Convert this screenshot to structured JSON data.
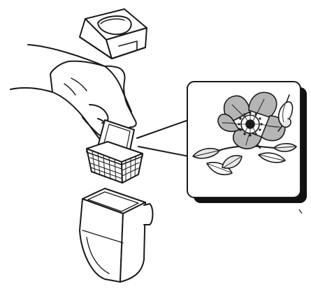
{
  "figure": {
    "kind": "line-illustration",
    "colors": {
      "background": "#ffffff",
      "ink": "#1a1a1a",
      "shadow": "#111111",
      "fill_gray": "#b5b5b5",
      "fill_light": "#e8e8e8"
    },
    "parts": [
      {
        "name": "lid-cap",
        "icon": "lid-icon"
      },
      {
        "name": "hand-holding-item",
        "icon": "hand-icon"
      },
      {
        "name": "mesh-basket",
        "icon": "basket-icon"
      },
      {
        "name": "container-body",
        "icon": "container-icon"
      },
      {
        "name": "callout-panel",
        "icon": "rose-flower-icon"
      }
    ]
  }
}
